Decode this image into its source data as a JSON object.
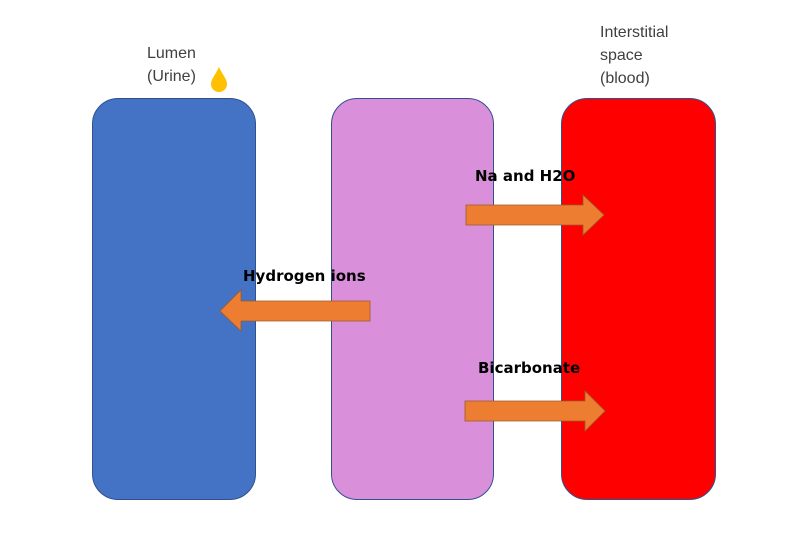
{
  "regions": [
    {
      "label": "Lumen\n(Urine)",
      "color": "#4472c4"
    },
    {
      "label": "",
      "color": "#da8fda"
    },
    {
      "label": "Interstitial\nspace\n(blood)",
      "color": "#ff0000"
    }
  ],
  "arrows": [
    {
      "label": "Na and H2O",
      "direction": "right",
      "color": "#ed7d31"
    },
    {
      "label": "Hydrogen ions",
      "direction": "left",
      "color": "#ed7d31"
    },
    {
      "label": "Bicarbonate",
      "direction": "right",
      "color": "#ed7d31"
    }
  ],
  "icons": {
    "lumen": "droplet-icon",
    "droplet_color": "#ffc000"
  }
}
